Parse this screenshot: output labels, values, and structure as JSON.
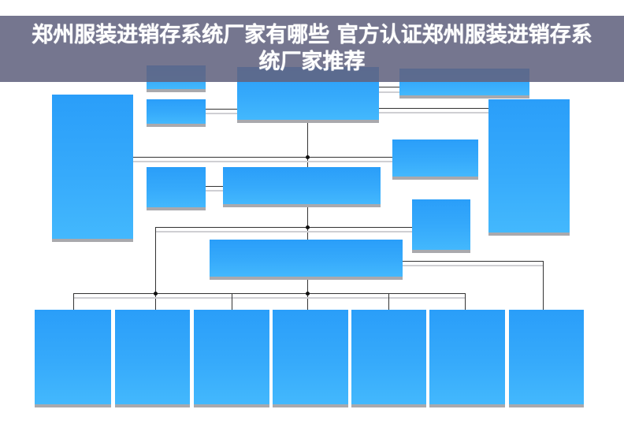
{
  "banner": {
    "title": "郑州服装进销存系统厂家有哪些 官方认证郑州服装进销存系统厂家推荐"
  },
  "colors": {
    "banner_bg": "#6a6b89",
    "box_top": "#2a9ef9",
    "box_bottom": "#43b8fd",
    "box_shadow": "#a9a9ad",
    "connector": "#333333"
  },
  "diagram": {
    "type": "org-chart",
    "node_count": 18,
    "nodes": [
      {
        "id": "top-left-1",
        "label": ""
      },
      {
        "id": "top-left-2",
        "label": ""
      },
      {
        "id": "top-center",
        "label": ""
      },
      {
        "id": "top-right",
        "label": ""
      },
      {
        "id": "left-tall",
        "label": ""
      },
      {
        "id": "right-tall",
        "label": ""
      },
      {
        "id": "right-mid",
        "label": ""
      },
      {
        "id": "mid-left-small",
        "label": ""
      },
      {
        "id": "mid-center",
        "label": ""
      },
      {
        "id": "right-square",
        "label": ""
      },
      {
        "id": "lower-center",
        "label": ""
      },
      {
        "id": "bottom-1",
        "label": ""
      },
      {
        "id": "bottom-2",
        "label": ""
      },
      {
        "id": "bottom-3",
        "label": ""
      },
      {
        "id": "bottom-4",
        "label": ""
      },
      {
        "id": "bottom-5",
        "label": ""
      },
      {
        "id": "bottom-6",
        "label": ""
      },
      {
        "id": "bottom-7",
        "label": ""
      }
    ]
  }
}
